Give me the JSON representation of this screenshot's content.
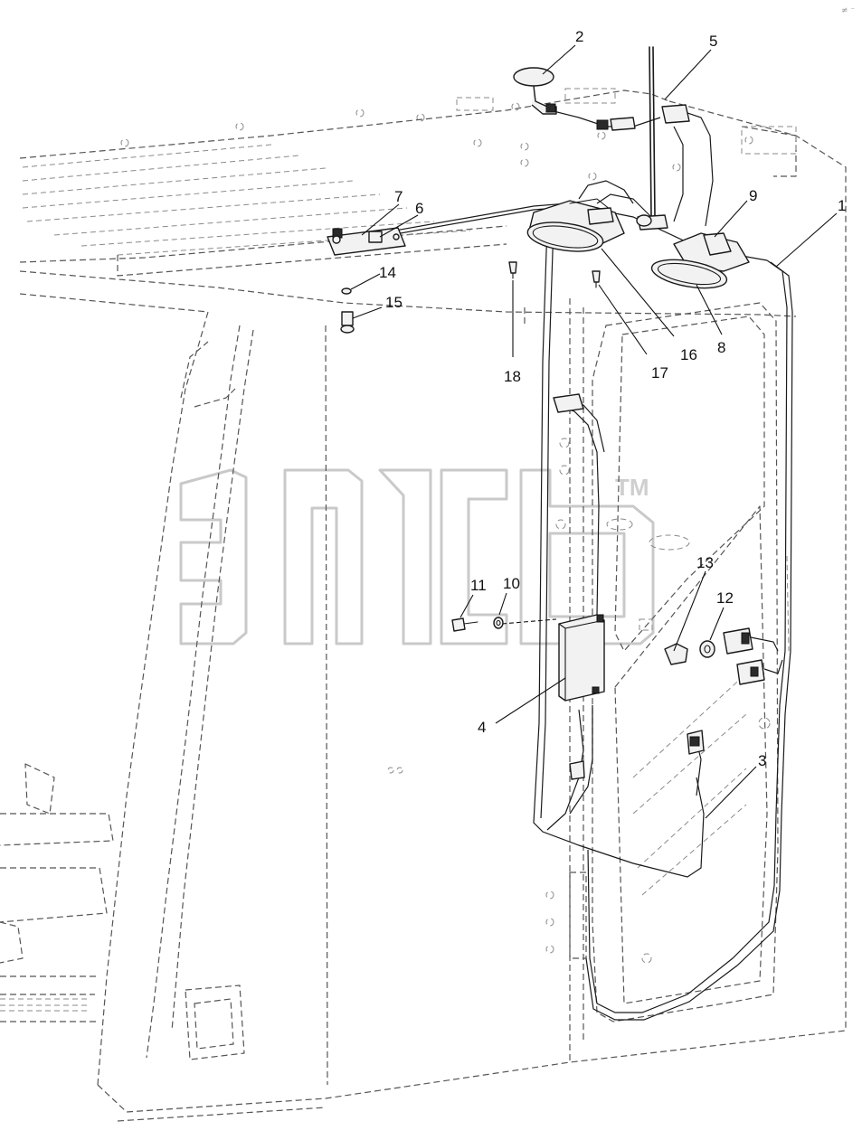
{
  "diagram": {
    "callouts": [
      "1",
      "2",
      "3",
      "4",
      "5",
      "6",
      "7",
      "8",
      "9",
      "10",
      "11",
      "12",
      "13",
      "14",
      "15",
      "16",
      "17",
      "18"
    ],
    "watermark_mark": "TM",
    "corner_mark": "≠ ⁻"
  }
}
